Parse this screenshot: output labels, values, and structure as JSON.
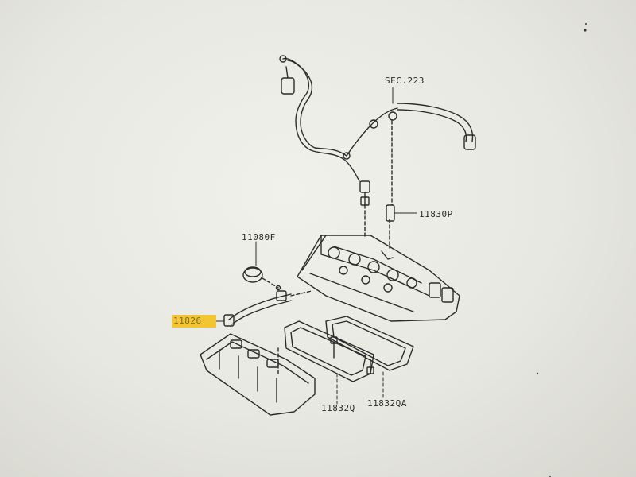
{
  "callouts": {
    "sec223": "SEC.223",
    "p11830p": "11830P",
    "p11080f": "11080F",
    "p11826": "11826",
    "p11832q": "11832Q",
    "p11832qa": "11832QA"
  },
  "highlight_color": "#f2c531"
}
